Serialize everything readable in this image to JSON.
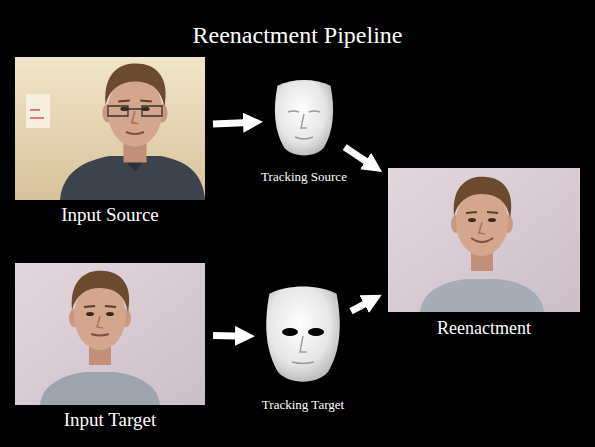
{
  "diagram": {
    "title": "Reenactment Pipeline",
    "nodes": [
      {
        "text": [
          "Input Source"
        ]
      },
      {
        "text": [
          "Tracking Source"
        ]
      },
      {
        "text": [
          "Reenactment"
        ]
      },
      {
        "text": [
          "Input Target"
        ]
      },
      {
        "text": [
          "Tracking Target"
        ]
      }
    ],
    "edges": [
      {
        "from": 0,
        "to": 1,
        "arrow": "to"
      },
      {
        "from": 1,
        "to": 2,
        "arrow": "to"
      },
      {
        "from": 3,
        "to": 4,
        "arrow": "to"
      },
      {
        "from": 4,
        "to": 2,
        "arrow": "to"
      }
    ]
  }
}
